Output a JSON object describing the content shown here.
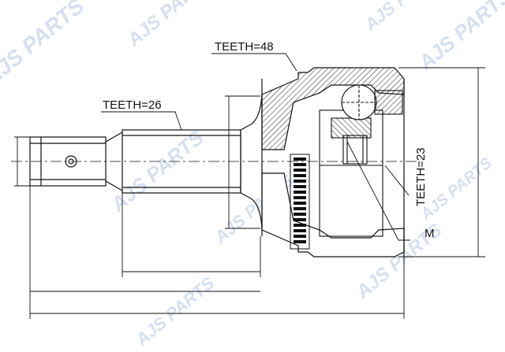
{
  "labels": {
    "teeth_outer": "TEETH=48",
    "teeth_shaft": "TEETH=26",
    "teeth_inner": "TEETH=23",
    "thread": "M"
  },
  "watermark": {
    "text": "AJS PARTS",
    "color": "#b8c8e6"
  },
  "colors": {
    "line": "#111111",
    "hatch": "#222222",
    "background": "#ffffff"
  }
}
